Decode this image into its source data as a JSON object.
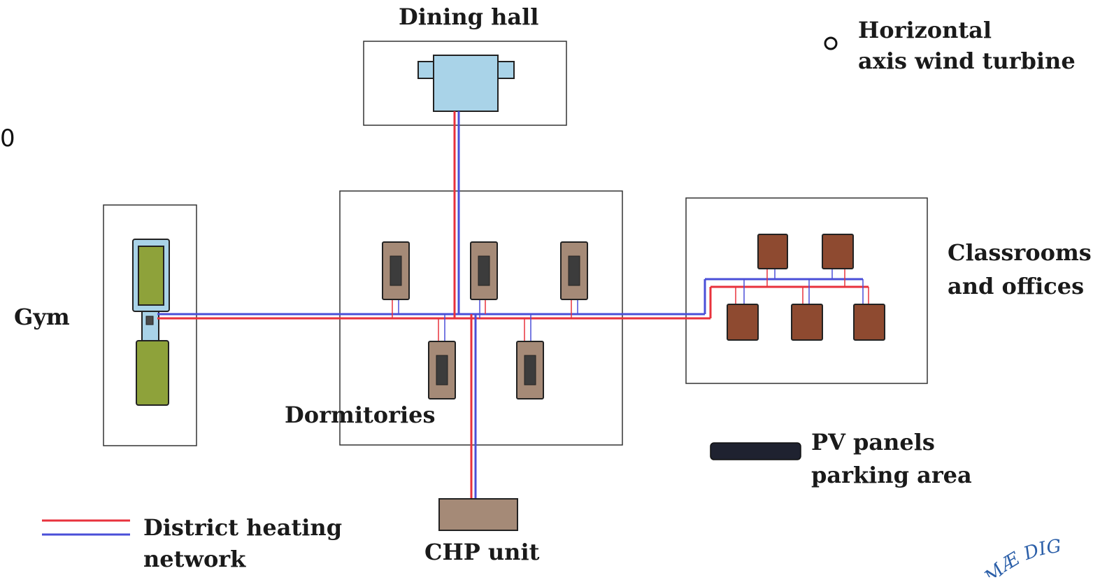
{
  "labels": {
    "dining_hall": "Dining hall",
    "wind_turbine_line1": "Horizontal",
    "wind_turbine_line2": "axis wind turbine",
    "classrooms_line1": "Classrooms",
    "classrooms_line2": "and offices",
    "gym": "Gym",
    "dormitories": "Dormitories",
    "pv_line1": "PV panels",
    "pv_line2": "parking area",
    "legend_line1": "District heating",
    "legend_line2": "network",
    "chp_unit": "CHP unit",
    "side_digit": "0",
    "seal_text": "MÆ DIG"
  },
  "colors": {
    "supply_pipe": "#e8323c",
    "return_pipe": "#4a4fd8",
    "dining_building": "#a9d3e8",
    "gym_building": "#8ea23a",
    "gym_frame": "#a9d3e8",
    "dormitory": "#a58a77",
    "classroom": "#8e4a30",
    "chp": "#a58a77",
    "pv_panel": "#1f2230",
    "outline": "#222222",
    "seal": "#2a5ea8"
  },
  "icons": {
    "wind_turbine_marker": "circle-icon"
  }
}
